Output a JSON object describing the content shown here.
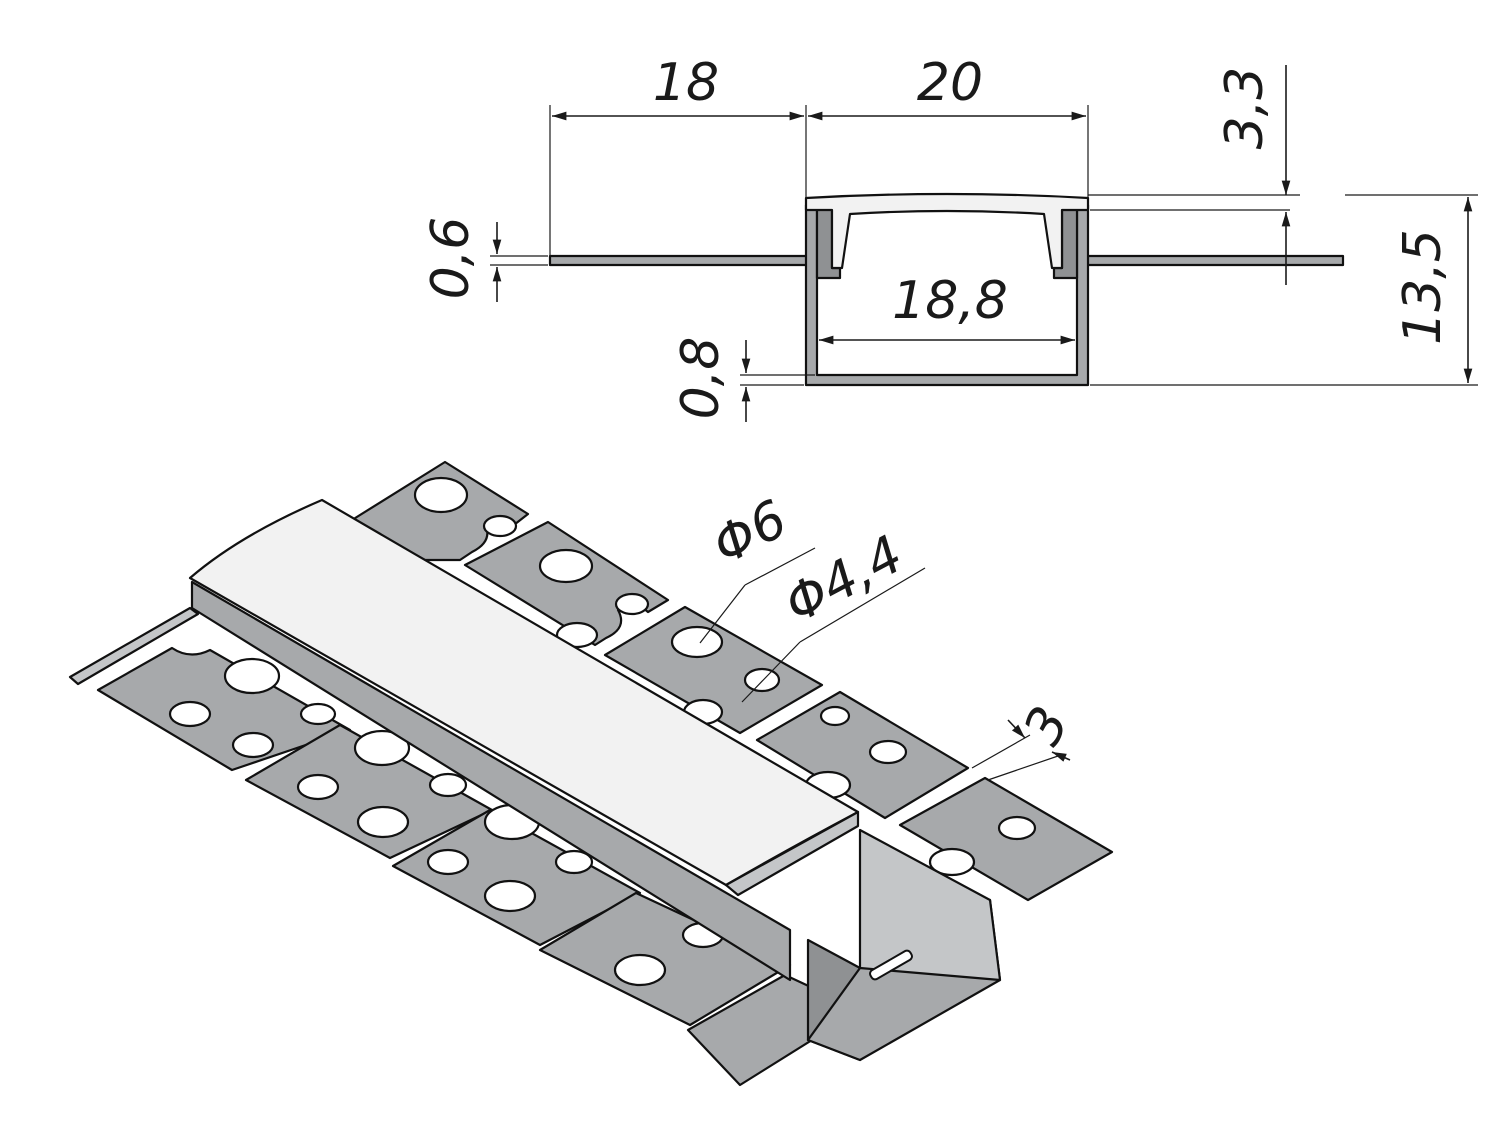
{
  "dimensions": {
    "flange_width": "18",
    "channel_width": "20",
    "cover_height": "3,3",
    "total_height": "13,5",
    "flange_thickness": "0,6",
    "inner_width": "18,8",
    "base_thickness": "0,8",
    "hole_large": "Φ6",
    "hole_small": "Φ4,4",
    "bridge_width": "3"
  },
  "colors": {
    "metal": "#a7a9ab",
    "cover": "#f2f2f2",
    "line": "#1a1a1a"
  }
}
